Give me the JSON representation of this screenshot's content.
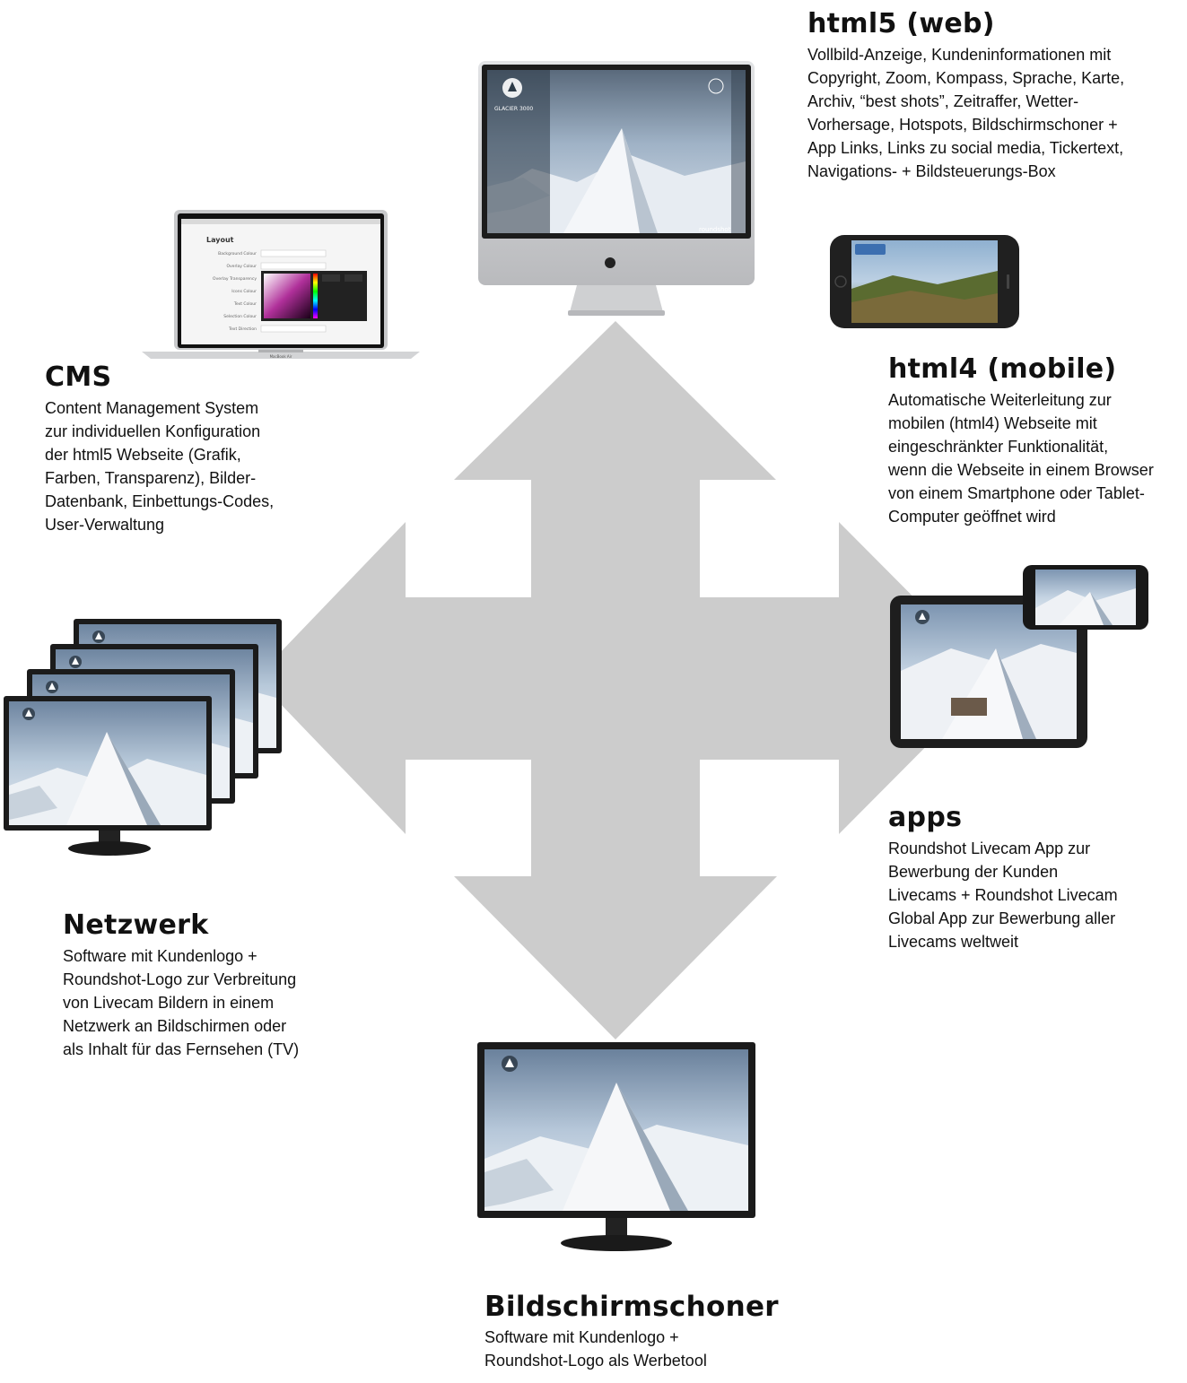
{
  "colors": {
    "arrow": "#cccccc",
    "text": "#111111",
    "snow": "#eef2f6",
    "sky": "#c9d8e8",
    "bezel": "#1b1b1b",
    "aluminium": "#cfd0d2"
  },
  "blocks": {
    "web": {
      "title": "html5 (web)",
      "description": "Vollbild-Anzeige, Kundeninformationen mit\nCopyright, Zoom, Kompass, Sprache, Karte,\nArchiv, “best shots”, Zeitraffer, Wetter-\nVorhersage, Hotspots, Bildschirmschoner +\nApp Links, Links zu social media, Tickertext,\nNavigations- + Bildsteuerungs-Box"
    },
    "cms": {
      "title": "CMS",
      "description": "Content Management System\nzur individuellen Konfiguration\nder html5 Webseite (Grafik,\nFarben, Transparenz), Bilder-\nDatenbank, Einbettungs-Codes,\nUser-Verwaltung"
    },
    "mobile": {
      "title": "html4 (mobile)",
      "description": "Automatische Weiterleitung zur\nmobilen (html4) Webseite mit\neingeschränkter Funktionalität,\nwenn die Webseite in einem Browser\nvon einem Smartphone oder Tablet-\nComputer geöffnet wird"
    },
    "apps": {
      "title": "apps",
      "description": "Roundshot Livecam App zur\nBewerbung der Kunden\nLivecams + Roundshot Livecam\nGlobal App zur Bewerbung aller\nLivecams weltweit"
    },
    "network": {
      "title": "Netzwerk",
      "description": "Software mit Kundenlogo +\nRoundshot-Logo zur Verbreitung\nvon Livecam Bildern in einem\nNetzwerk an Bildschirmen oder\nals Inhalt für das Fernsehen (TV)"
    },
    "screensaver": {
      "title": "Bildschirmschoner",
      "description": "Software mit Kundenlogo +\nRoundshot-Logo als Werbetool"
    }
  },
  "cms_screen": {
    "heading": "Layout",
    "fields": [
      "Background Colour",
      "Overlay Colour",
      "Overlay Transparency",
      "Icons Colour",
      "Text Colour",
      "Selection Colour",
      "Text Direction"
    ],
    "laptop_label": "MacBook Air"
  },
  "web_screen": {
    "brand": "GLACIER 3000",
    "logo_text": "roundshot"
  }
}
